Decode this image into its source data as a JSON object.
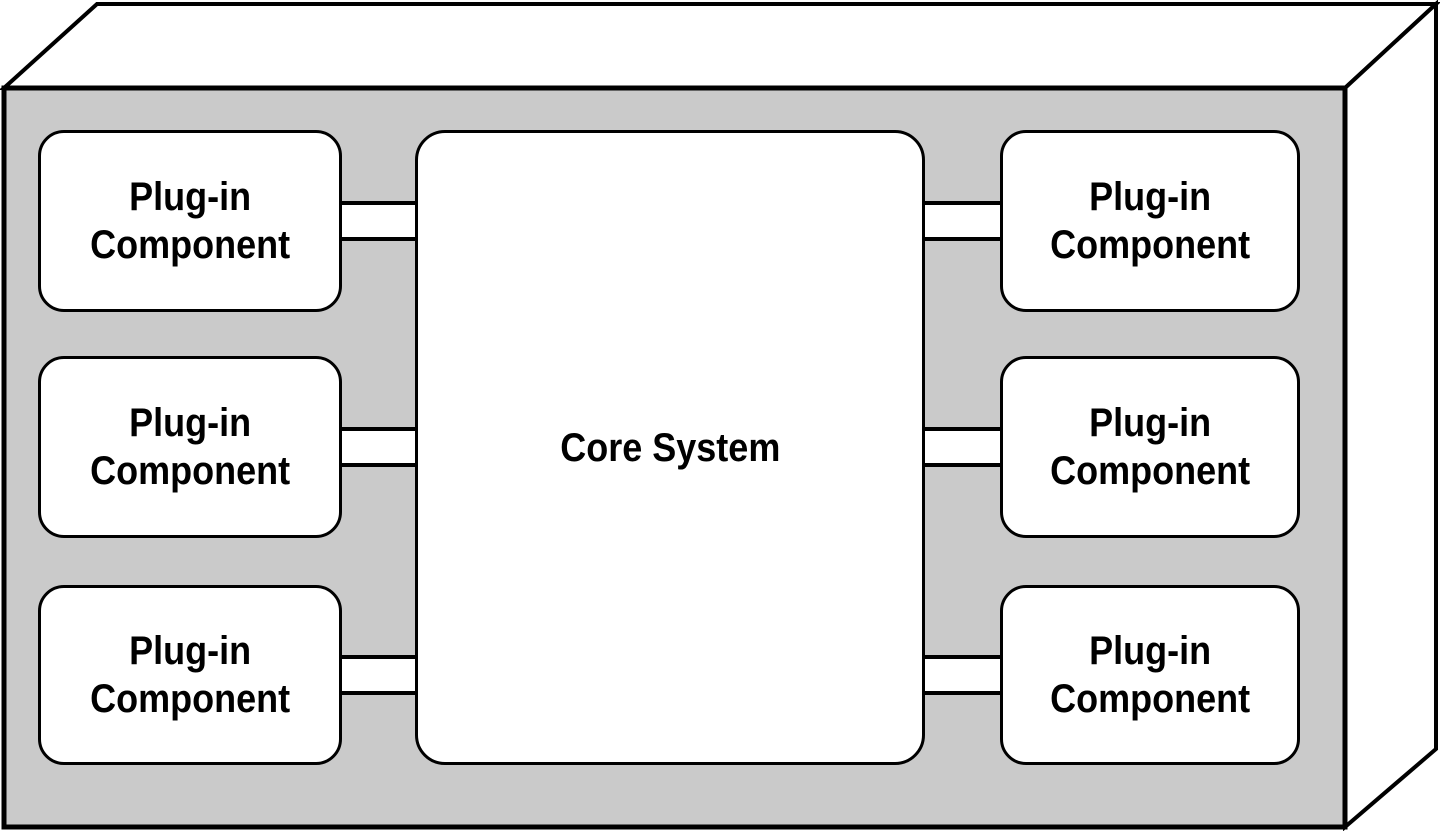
{
  "colors": {
    "panel-gray": "#cacaca",
    "surface-white": "#ffffff",
    "line-black": "#000000"
  },
  "diagram": {
    "type": "architecture-block-diagram",
    "core": {
      "label": "Core System"
    },
    "plugins": [
      {
        "id": "left-top",
        "label": "Plug-in\nComponent"
      },
      {
        "id": "left-middle",
        "label": "Plug-in\nComponent"
      },
      {
        "id": "left-bottom",
        "label": "Plug-in\nComponent"
      },
      {
        "id": "right-top",
        "label": "Plug-in\nComponent"
      },
      {
        "id": "right-middle",
        "label": "Plug-in\nComponent"
      },
      {
        "id": "right-bottom",
        "label": "Plug-in\nComponent"
      }
    ]
  }
}
